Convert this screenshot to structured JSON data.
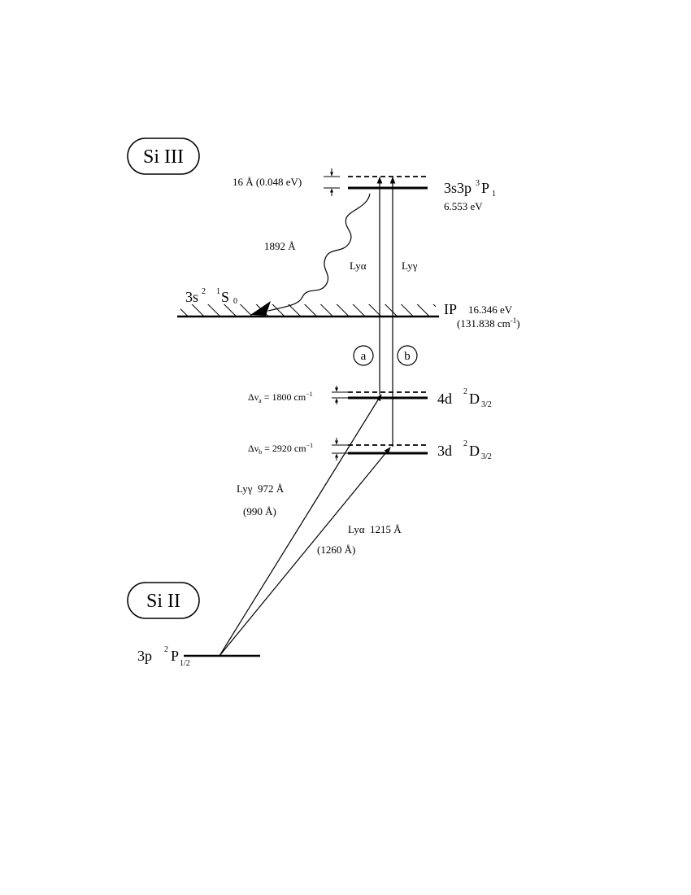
{
  "ions": {
    "upper": "Si III",
    "lower": "Si II"
  },
  "levels": {
    "si3_ground": {
      "prefix": "3s",
      "sup1": "2",
      "sup2": "1",
      "term": "S",
      "sub": "0"
    },
    "triplet": {
      "prefix": "3s3p",
      "sup": "3",
      "term": "P",
      "sub": "1",
      "energy": "6.553 eV"
    },
    "ip": {
      "label": "IP",
      "energy": "16.346 eV",
      "wavenumber_open": "(131.838 cm",
      "wavenumber_sup": "-1",
      "wavenumber_close": ")"
    },
    "d4": {
      "config": "4d",
      "sup": "2",
      "term": "D",
      "sub": "3/2"
    },
    "d3": {
      "config": "3d",
      "sup": "2",
      "term": "D",
      "sub": "3/2"
    },
    "ground": {
      "config": "3p",
      "sup": "2",
      "term": "P",
      "sub": "1/2"
    }
  },
  "offsets": {
    "top": "16 Å (0.048 eV)",
    "a": {
      "prefix": "Δν",
      "sub": "a",
      "value": " = 1800 cm",
      "sup": "−1"
    },
    "b": {
      "prefix": "Δν",
      "sub": "b",
      "value": " = 2920 cm",
      "sup": "−1"
    }
  },
  "transitions": {
    "decay": "1892 Å",
    "lya_up": "Lyα",
    "lyg_up": "Lyγ",
    "lyg_low": "Lyγ  972 Å",
    "lyg_low_paren": "(990 Å)",
    "lya_low": "Lyα  1215 Å",
    "lya_low_paren": "(1260 Å)"
  },
  "channels": {
    "a": "a",
    "b": "b"
  }
}
